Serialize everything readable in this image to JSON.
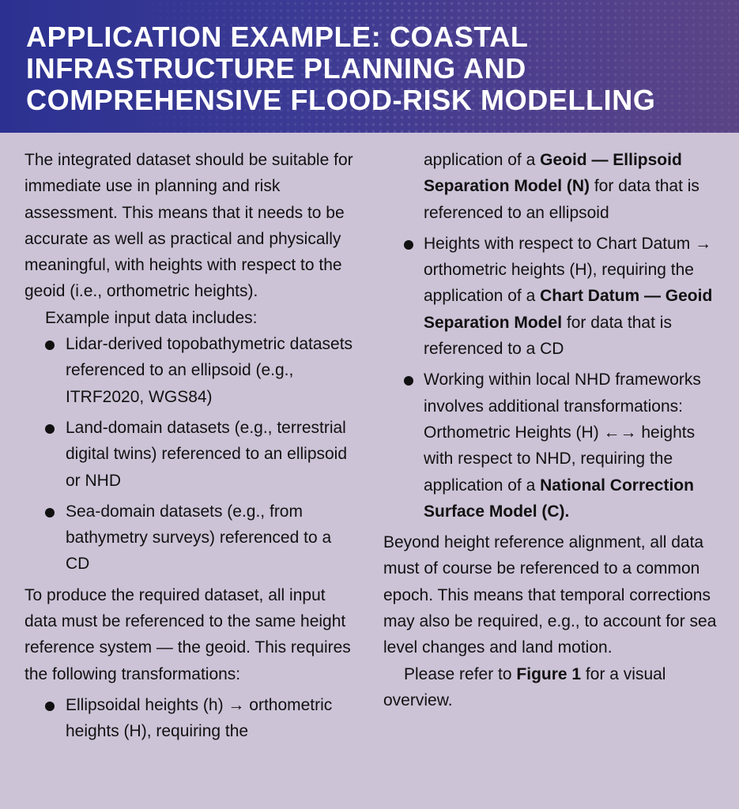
{
  "header": {
    "title": "APPLICATION EXAMPLE: COASTAL INFRASTRUCTURE PLANNING AND COMPREHENSIVE FLOOD-RISK MODELLING"
  },
  "left": {
    "intro": "The integrated dataset should be suitable for immediate use in planning and risk assessment. This means that it needs to be accurate as well as practical and physically meaningful, with heights with respect to the geoid (i.e., orthometric heights).",
    "example_label": "Example input data includes:",
    "examples": [
      "Lidar-derived topobathymetric datasets referenced to an ellipsoid (e.g., ITRF2020, WGS84)",
      "Land-domain datasets (e.g., terrestrial digital twins) referenced to an ellipsoid or NHD",
      "Sea-domain datasets (e.g., from bathymetry surveys) referenced to a CD"
    ],
    "produce_text": "To produce the required dataset, all input data must be referenced to the same height reference system — the geoid. This requires the following transformations:",
    "transform1_start": "Ellipsoidal heights (h) → ortho­metric heights (H), requiring the"
  },
  "right": {
    "transform1_cont_pre": "application of a ",
    "transform1_cont_bold": "Geoid — Ellipsoid Separation Model (N)",
    "transform1_cont_post": " for data that is referenced to an ellipsoid",
    "transform2_pre": "Heights with respect to Chart Datum → orthometric heights (H), requiring the application of a ",
    "transform2_bold": "Chart Datum — Geoid Separation Model",
    "transform2_post": " for data that is referenced to a CD",
    "transform3_pre": "Working within local NHD frame­works involves additional trans­formations: Orthometric Heights (H) ←→ heights with respect to NHD, requiring the application of a ",
    "transform3_bold": "National Correction Surface Model (C).",
    "beyond_text": "Beyond height reference alignment, all data must of course be referenced to a common epoch. This means that temporal corrections may also be required, e.g., to account for sea level changes and land motion.",
    "refer_pre": "Please refer to ",
    "refer_bold": "Figure 1",
    "refer_post": " for a visual overview."
  }
}
